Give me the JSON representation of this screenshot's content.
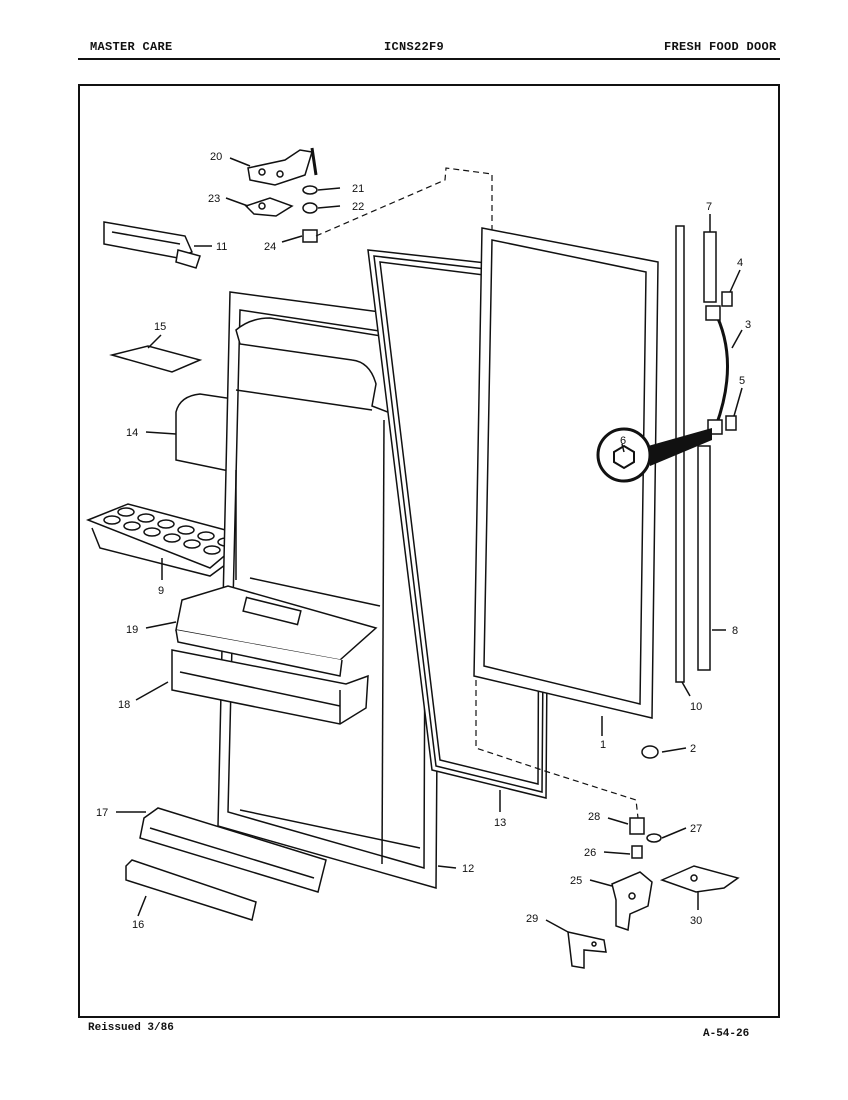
{
  "header": {
    "left": "MASTER CARE",
    "center": "ICNS22F9",
    "right": "FRESH FOOD DOOR"
  },
  "footer": {
    "left": "Reissued 3/86",
    "right": "A-54-26"
  },
  "callouts": [
    {
      "id": "1",
      "label": "1"
    },
    {
      "id": "2",
      "label": "2"
    },
    {
      "id": "3",
      "label": "3"
    },
    {
      "id": "4",
      "label": "4"
    },
    {
      "id": "5",
      "label": "5"
    },
    {
      "id": "6",
      "label": "6"
    },
    {
      "id": "7",
      "label": "7"
    },
    {
      "id": "8",
      "label": "8"
    },
    {
      "id": "9",
      "label": "9"
    },
    {
      "id": "10",
      "label": "10"
    },
    {
      "id": "11",
      "label": "11"
    },
    {
      "id": "12",
      "label": "12"
    },
    {
      "id": "13",
      "label": "13"
    },
    {
      "id": "14",
      "label": "14"
    },
    {
      "id": "15",
      "label": "15"
    },
    {
      "id": "16",
      "label": "16"
    },
    {
      "id": "17",
      "label": "17"
    },
    {
      "id": "18",
      "label": "18"
    },
    {
      "id": "19",
      "label": "19"
    },
    {
      "id": "20",
      "label": "20"
    },
    {
      "id": "21",
      "label": "21"
    },
    {
      "id": "22",
      "label": "22"
    },
    {
      "id": "23",
      "label": "23"
    },
    {
      "id": "24",
      "label": "24"
    },
    {
      "id": "25",
      "label": "25"
    },
    {
      "id": "26",
      "label": "26"
    },
    {
      "id": "27",
      "label": "27"
    },
    {
      "id": "28",
      "label": "28"
    },
    {
      "id": "29",
      "label": "29"
    },
    {
      "id": "30",
      "label": "30"
    }
  ]
}
